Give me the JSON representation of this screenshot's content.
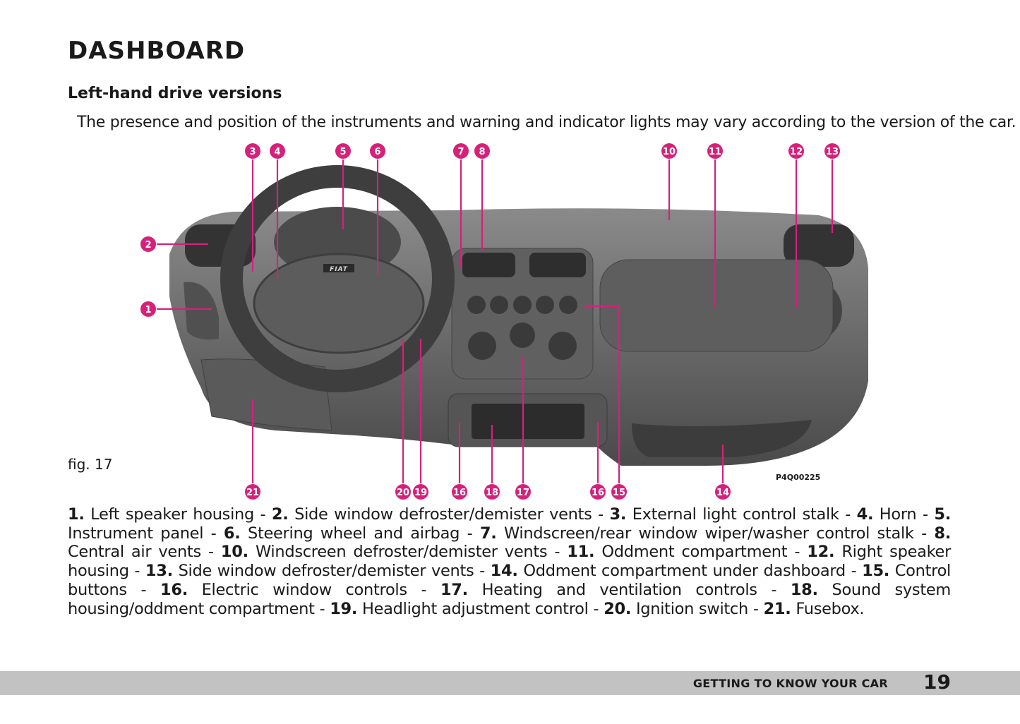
{
  "title": "DASHBOARD",
  "subtitle": "Left-hand drive versions",
  "intro": "The presence and position of the instruments and warning and indicator lights may vary according to the version of the car.",
  "figure": {
    "label": "fig. 17",
    "code": "P4Q00225",
    "brand": "FIAT",
    "callouts": [
      "1",
      "2",
      "3",
      "4",
      "5",
      "6",
      "7",
      "8",
      "10",
      "11",
      "12",
      "13",
      "14",
      "15",
      "16",
      "16",
      "17",
      "18",
      "19",
      "20",
      "21"
    ]
  },
  "legend": [
    {
      "num": "1.",
      "text": "Left speaker housing"
    },
    {
      "num": "2.",
      "text": "Side window defroster/demister vents"
    },
    {
      "num": "3.",
      "text": "External light control stalk"
    },
    {
      "num": "4.",
      "text": "Horn"
    },
    {
      "num": "5.",
      "text": "Instrument panel"
    },
    {
      "num": "6.",
      "text": "Steering wheel and airbag"
    },
    {
      "num": "7.",
      "text": "Windscreen/rear window wiper/washer control stalk"
    },
    {
      "num": "8.",
      "text": "Central air vents"
    },
    {
      "num": "10.",
      "text": "Windscreen defroster/demister vents"
    },
    {
      "num": "11.",
      "text": "Oddment compartment"
    },
    {
      "num": "12.",
      "text": "Right speaker housing"
    },
    {
      "num": "13.",
      "text": "Side window defroster/demister vents"
    },
    {
      "num": "14.",
      "text": "Oddment compartment under dashboard"
    },
    {
      "num": "15.",
      "text": "Control buttons"
    },
    {
      "num": "16.",
      "text": "Electric window controls"
    },
    {
      "num": "17.",
      "text": "Heating and ventilation controls"
    },
    {
      "num": "18.",
      "text": "Sound system housing/oddment compartment"
    },
    {
      "num": "19.",
      "text": "Headlight adjustment control"
    },
    {
      "num": "20.",
      "text": "Ignition switch"
    },
    {
      "num": "21.",
      "text": "Fusebox."
    }
  ],
  "footer": {
    "section": "GETTING TO KNOW YOUR CAR",
    "page": "19"
  },
  "colors": {
    "callout": "#d5217a",
    "footer_bar": "#c2c2c2"
  }
}
